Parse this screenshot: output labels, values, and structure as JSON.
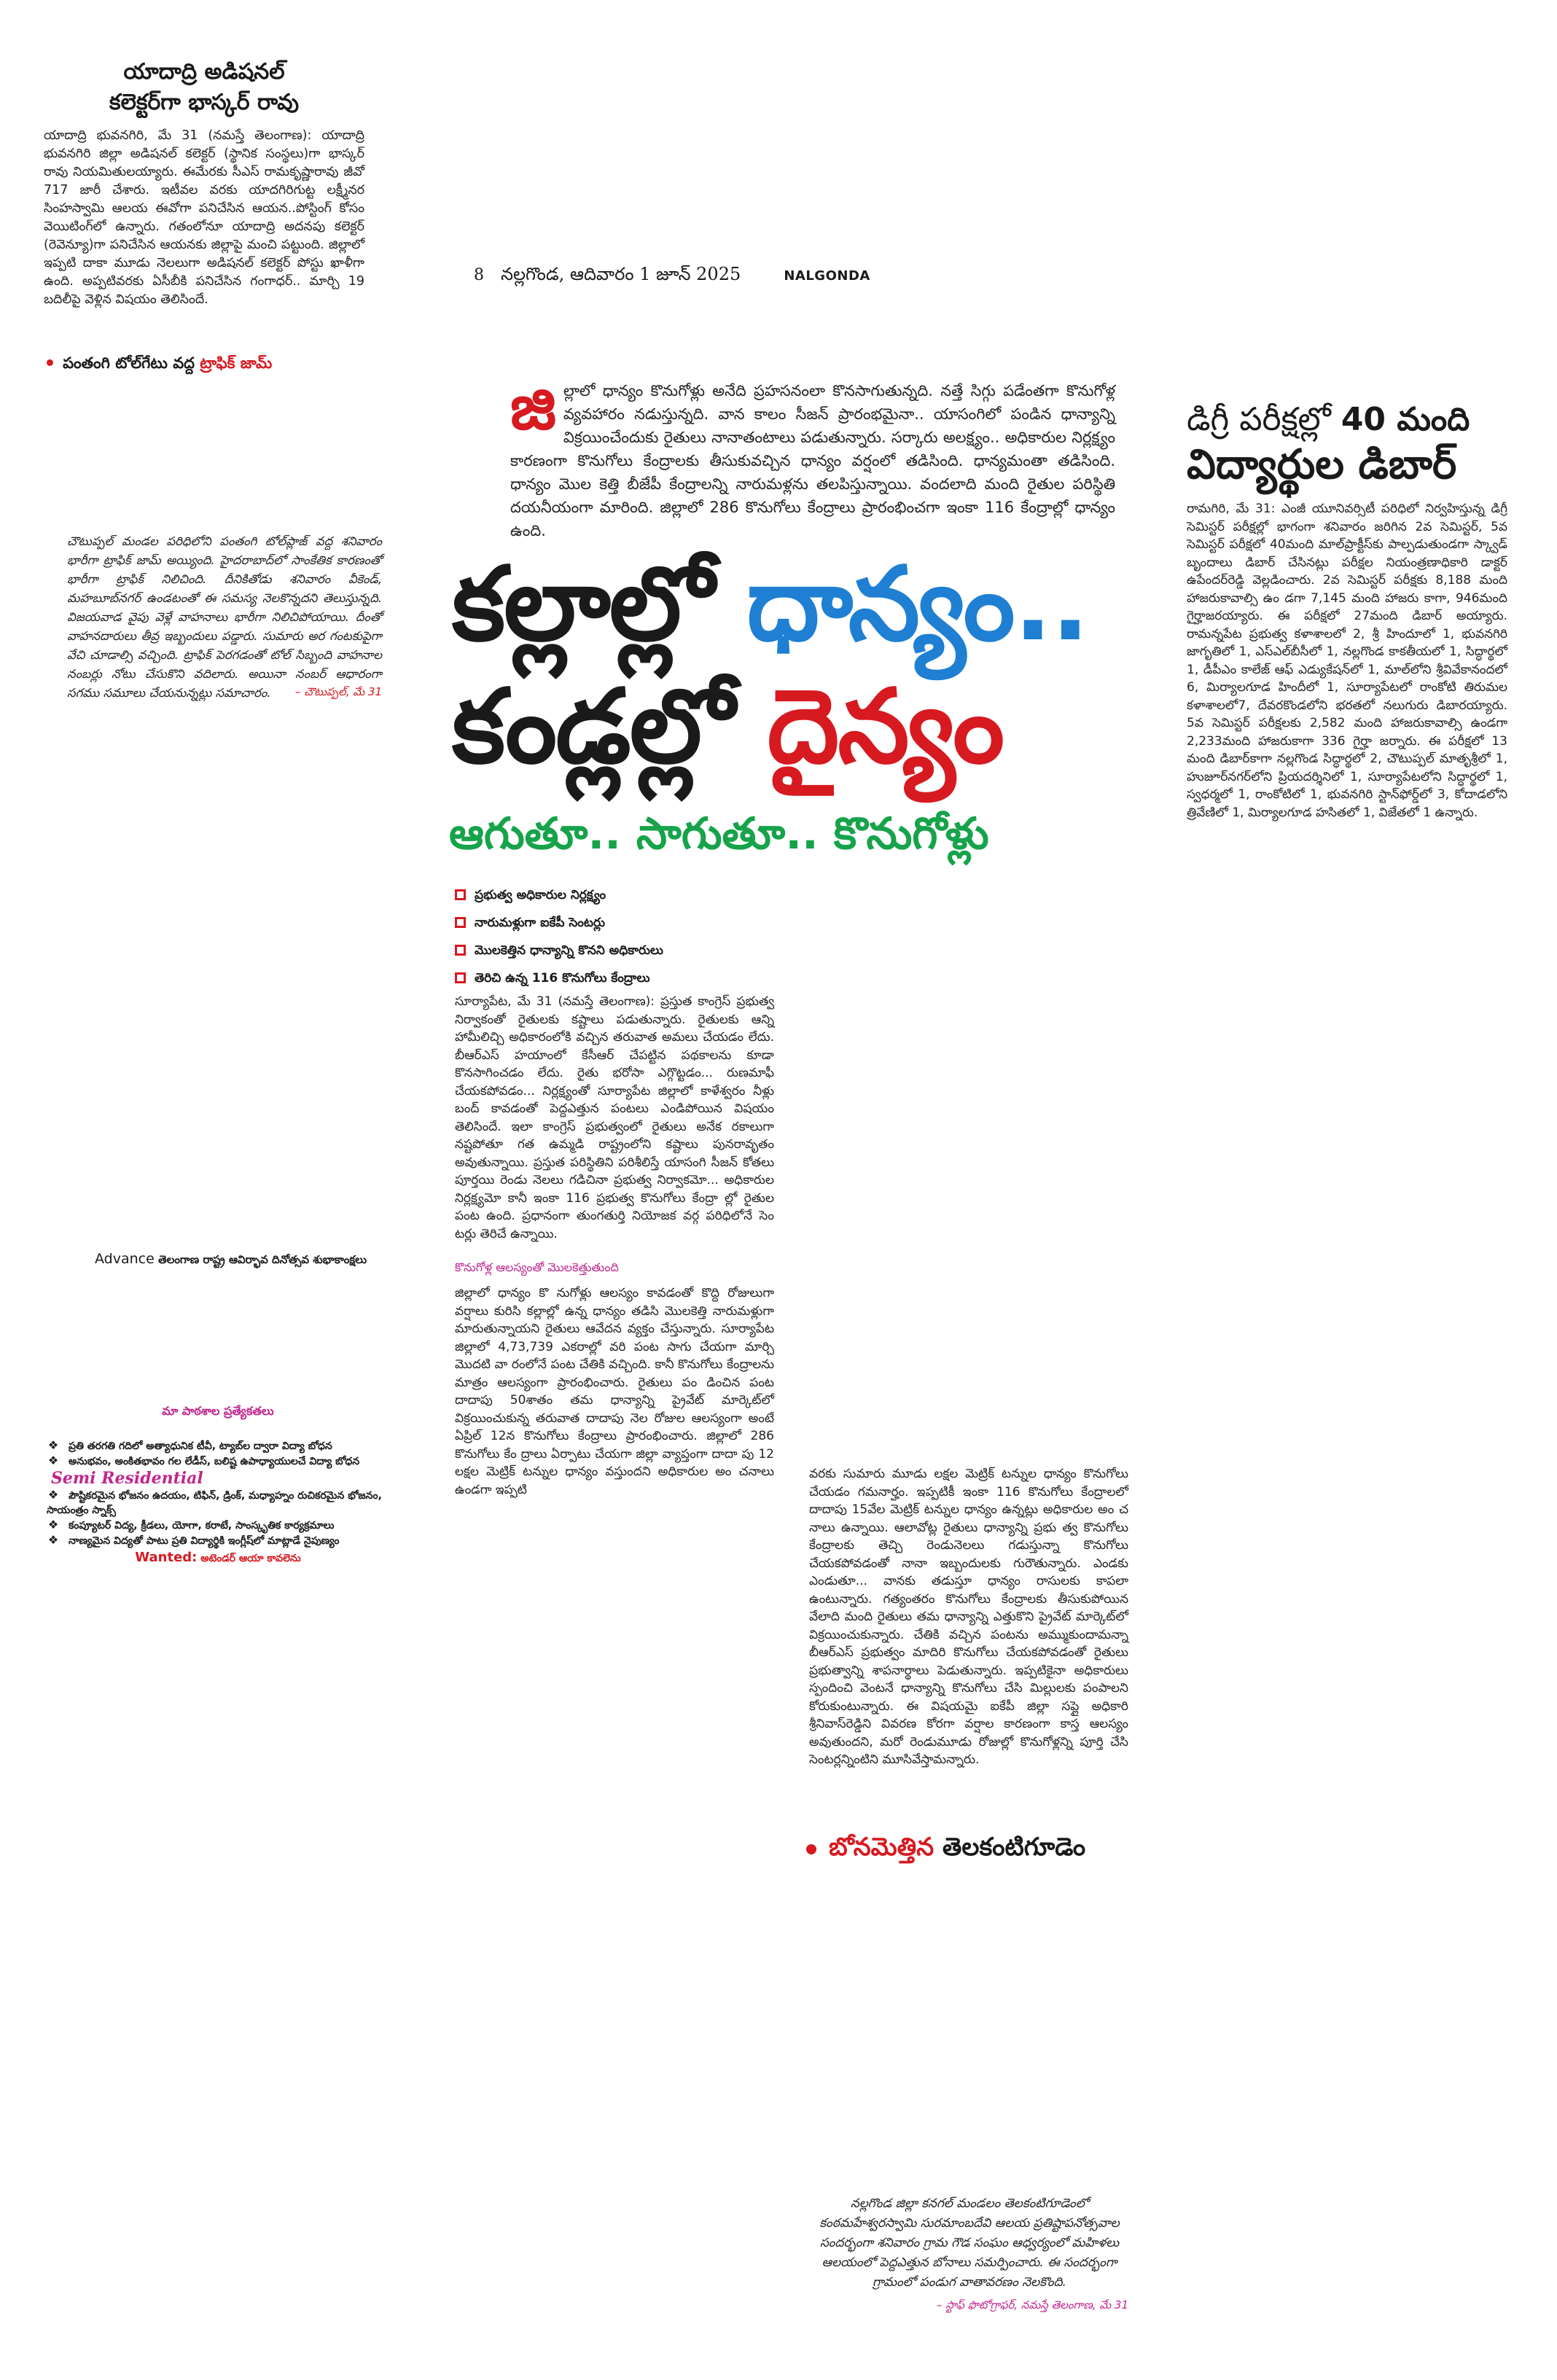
{
  "header": {
    "page_number": "8",
    "dateline": "నల్లగొండ, ఆదివారం 1 జూన్ 2025",
    "edition": "NALGONDA"
  },
  "story_addl_collector": {
    "headline_line1": "యాదాద్రి అడిషనల్",
    "headline_line2": "కలెక్టర్‌గా భాస్కర్ రావు",
    "body": "యాదాద్రి భువనగిరి, మే 31 (నమస్తే తెలంగాణ): యాదాద్రి భువనగిరి జిల్లా అడిషనల్ కలెక్టర్ (స్థానిక సంస్థలు)గా భాస్కర్ రావు నియమితులయ్యారు. ఈమేరకు సీఎస్ రామకృష్ణారావు జీవో 717 జారీ చేశారు. ఇటీవల వరకు యాదగిరిగుట్ట లక్ష్మీనర సింహస్వామి ఆలయ ఈవోగా పనిచేసిన ఆయన..పోస్టింగ్ కోసం వెయిటింగ్‌లో ఉన్నారు. గతంలోనూ యాదాద్రి అదనపు కలెక్టర్ (రెవెన్యూ)గా పనిచేసిన ఆయనకు జిల్లాపై మంచి పట్టుంది. జిల్లాలో ఇప్పటి దాకా మూడు నెలలుగా అడిషనల్ కలెక్టర్ పోస్టు ఖాళీగా ఉంది. అప్పటివరకు ఏసీబీకి పనిచేసిన గంగాధర్.. మార్చి 19 బదిలీపై వెళ్లిన విషయం తెలిసిందే."
  },
  "story_traffic": {
    "headline_plain": "పంతంగి టోల్‌గేటు వద్ద ",
    "headline_red": "ట్రాఫిక్ జామ్",
    "body": "చౌటుప్పల్ మండల పరిధిలోని పంతంగి టోల్‌ప్లాజ్ వద్ద శనివారం భారీగా ట్రాఫిక్ జామ్ అయ్యింది. హైదరాబాద్‌లో సాంకేతిక కారణంతో భారీగా ట్రాఫిక్ నిలిచింది. దీనికితోడు శనివారం వీకెండ్, మహబూబ్‌నగర్ ఉండటంతో ఈ సమస్య నెలకొన్నదని తెలుస్తున్నది. విజయవాడ వైపు వెళ్లే వాహనాలు భారీగా నిలిచిపోయాయి. దీంతో వాహనదారులు తీవ్ర ఇబ్బందులు పడ్డారు. సుమారు అర గంటకుపైగా వేచి చూడాల్సి వచ్చింది. ట్రాఫిక్ పెరగడంతో టోల్ సిబ్బంది వాహనాల నంబర్లు నోటు చేసుకొని వదిలారు. అయినా నంబర్ ఆధారంగా సగము సమూలు చేయనున్నట్లు సమాచారం.",
    "credit": "– చౌటుప్పల్, మే 31"
  },
  "advance_note": {
    "prefix": "Advance",
    "text": " తెలంగాణ రాష్ట్ర ఆవిర్భావ దినోత్సవ శుభాకాంక్షలు"
  },
  "ad_school": {
    "title": "మా పాఠశాల ప్రత్యేకతలు",
    "items": [
      "ప్రతి తరగతి గదిలో అత్యాధునిక టీవీ, ట్యాబ్‌ల ద్వారా విద్యా బోధన",
      "అనుభవం, అంకితభావం గల లేడీస్, బలిష్ట ఉపాధ్యాయులచే విద్యా బోధన",
      "పౌష్టికరమైన భోజనం ఉదయం, టిఫిన్, డ్రింక్, మధ్యాహ్నం రుచికరమైన భోజనం, సాయంత్రం స్నాక్స్",
      "కంప్యూటర్ విద్య, క్రీడలు, యోగా, కరాటే, సాంస్కృతిక కార్యక్రమాలు",
      "నాణ్యమైన విద్యతో పాటు ప్రతి విద్యార్థికి ఇంగ్లీష్‌లో మాట్లాడే నైపుణ్యం"
    ],
    "semi_label": "Semi Residential",
    "wanted_label": "Wanted:",
    "wanted_text": " అటెండర్ ఆయా కావలెను"
  },
  "lead_story": {
    "intro_dropcap": "జి",
    "intro": "ల్లాలో ధాన్యం కొనుగోళ్లు అనేది ప్రహసనంలా కొనసాగుతున్నది. నత్తే సిగ్గు పడేంతగా కొనుగోళ్ల వ్యవహారం నడుస్తున్నది. వాన కాలం సీజన్ ప్రారంభమైనా.. యాసంగిలో పండిన ధాన్యాన్ని విక్రయించేందుకు రైతులు నానాతంటాలు పడుతున్నారు. సర్కారు అలక్ష్యం.. అధికారుల నిర్లక్ష్యం కారణంగా కొనుగోలు కేంద్రాలకు తీసుకువచ్చిన ధాన్యం వర్షంలో తడిసింది. ధాన్యమంతా తడిసింది. ధాన్యం మొల కెత్తి బీజేపీ కేంద్రాలన్ని నారుమళ్లను తలపిస్తున్నాయి. వందలాది మంది రైతుల పరిస్థితి దయనీయంగా మారింది. జిల్లాలో 286 కొనుగోలు కేంద్రాలు ప్రారంభించగా ఇంకా 116 కేంద్రాల్లో ధాన్యం ఉంది.",
    "headline_line1_black": "కల్లాల్లో ",
    "headline_line1_blue": "ధాన్యం..",
    "headline_line2_black": "కండ్లల్లో ",
    "headline_line2_red": "దైన్యం",
    "subhead": "ఆగుతూ.. సాగుతూ.. కొనుగోళ్లు",
    "bullets": [
      "ప్రభుత్వ అధికారుల నిర్లక్ష్యం",
      "నారుమళ్లుగా ఐకేపీ సెంటర్లు",
      "మొలకెత్తిన ధాన్యాన్ని కొనని అధికారులు",
      "తెరిచి ఉన్న 116 కొనుగోలు కేంద్రాలు"
    ],
    "body1": "సూర్యాపేట, మే 31 (నమస్తే తెలంగాణ): ప్రస్తుత కాంగ్రెస్ ప్రభుత్వ నిర్వాకంతో రైతులకు కష్టాలు పడుతున్నారు. రైతులకు ఆన్ని హామీలిచ్చి అధికారంలోకి వచ్చిన తరువాత అమలు చేయడం లేదు. బీఆర్‌ఎస్ హయాంలో కేసీఆర్ చేపట్టిన పథకాలను కూడా కొనసాగించడం లేదు. రైతు భరోసా ఎగ్గొట్టడం... రుణమాఫీ చేయకపోవడం... నిర్లక్ష్యంతో సూర్యాపేట జిల్లాలో కాళేశ్వరం నీళ్లు బంద్ కావడంతో పెద్దఎత్తున పంటలు ఎండిపోయిన విషయం తెలిసిందే. ఇలా కాంగ్రెస్ ప్రభుత్వంలో రైతులు అనేక రకాలుగా నష్టపోతూ గత ఉమ్మడి రాష్ట్రంలోని కష్టాలు పునరావృతం అవుతున్నాయి. ప్రస్తుత పరిస్థితిని పరిశీలిస్తే యాసంగి సీజన్ కోతలు పూర్తయి రెండు నెలలు గడిచినా ప్రభుత్వ నిర్వాకమో... అధికారుల నిర్లక్ష్యమో కానీ ఇంకా 116 ప్రభుత్వ కొనుగోలు కేంద్రా ల్లో రైతుల పంట ఉంది. ప్రధానంగా తుంగతుర్తి నియోజక వర్గ పరిధిలోనే సెం టర్లు తెరిచే ఉన్నాయి.",
    "crosshead": "కొనుగోళ్ల ఆలస్యంతో మొలకెత్తుతుంది",
    "body2": "జిల్లాలో ధాన్యం కొ నుగోళ్లు ఆలస్యం కావడంతో కొద్ది రోజులుగా వర్షాలు కురిసి కల్లాల్లో ఉన్న ధాన్యం తడిసి మొలకెత్తి నారుమళ్లుగా మారుతున్నాయని రైతులు ఆవేదన వ్యక్తం చేస్తున్నారు. సూర్యాపేట జిల్లాలో 4,73,739 ఎకరాల్లో వరి పంట సాగు చేయగా మార్చి మొదటి వా రంలోనే పంట చేతికి వచ్చింది. కానీ కొనుగోలు కేంద్రాలను మాత్రం ఆలస్యంగా ప్రారంభించారు. రైతులు పం డించిన పంట దాదాపు 50శాతం తమ ధాన్యాన్ని ప్రైవేట్ మార్కెట్‌లో విక్రయించుకున్న తరువాత దాదాపు నెల రోజుల ఆలస్యంగా అంటే ఏప్రిల్ 12న కొనుగోలు కేంద్రాలు ప్రారంభించారు. జిల్లాలో 286 కొనుగోలు కేం ద్రాలు ఏర్పాటు చేయగా జిల్లా వ్యాప్తంగా దాదా పు 12 లక్షల మెట్రిక్ టన్నుల ధాన్యం వస్తుందని అధికారుల అం చనాలు ఉండగా ఇప్పటి",
    "body3": "వరకు సుమారు మూడు లక్షల మెట్రిక్ టన్నుల ధాన్యం కొనుగోలు చేయడం గమనార్హం. ఇప్పటికీ ఇంకా 116 కొనుగోలు కేంద్రాలలో దాదాపు 15వేల మెట్రిక్ టన్నుల ధాన్యం ఉన్నట్లు అధికారుల అం చ నాలు ఉన్నాయి. ఆలావోట్ల రైతులు ధాన్యాన్ని ప్రభు త్వ కొనుగోలు కేంద్రాలకు తెచ్చి రెండునెలలు గడుస్తున్నా కొనుగోలు చేయకపోవడంతో నానా ఇబ్బందులకు గురౌతున్నారు. ఎండకు ఎండుతూ... వానకు తడుస్తూ ధాన్యం రాసులకు కాపలా ఉంటున్నారు. గత్యంతరం కొనుగోలు కేంద్రాలకు తీసుకుపోయిన వేలాది మంది రైతులు తమ ధాన్యాన్ని ఎత్తుకొని ప్రైవేట్ మార్కెట్‌లో విక్రయించుకున్నారు. చేతికి వచ్చిన పంటను అమ్ముకుందామన్నా బీఆర్‌ఎస్ ప్రభుత్వం మాదిరి కొనుగోలు చేయకపోవడంతో రైతులు ప్రభుత్వాన్ని శాపనార్థాలు పెడుతున్నారు. ఇప్పటికైనా అధికారులు స్పందించి వెంటనే ధాన్యాన్ని కొనుగోలు చేసి మిల్లులకు పంపాలని కోరుకుంటున్నారు. ఈ విషయమై ఐకేపీ జిల్లా సప్లై అధికారి శ్రీనివాస్‌రెడ్డిని వివరణ కోరగా వర్షాల కారణంగా కాస్త ఆలస్యం అవుతుందని, మరో రెండుమూడు రోజుల్లో కొనుగోళ్లన్ని పూర్తి చేసి సెంటర్లన్నింటిని మూసివేస్తామన్నారు."
  },
  "story_degree": {
    "headline_line1_plain": "డిగ్రీ పరీక్షల్లో ",
    "headline_line1_bold": "40 మంది",
    "headline_line2": "విద్యార్థుల డిబార్",
    "body": "రామగిరి, మే 31: ఎంజీ యూనివర్సిటీ పరిధిలో నిర్వహిస్తున్న డిగ్రీ సెమిస్టర్ పరీక్షల్లో భాగంగా శనివారం జరిగిన 2వ సెమిస్టర్, 5వ సెమిస్టర్ పరీక్షలో 40మంది మాల్‌ప్రాక్టీస్‌కు పాల్పడుతుండగా స్క్వాడ్ బృందాలు డిబార్ చేసినట్లు పరీక్షల నియంత్రణాధికారి డాక్టర్ ఉపేందర్‌రెడ్డి వెల్లడించారు. 2వ సెమిస్టర్ పరీక్షకు 8,188 మంది హాజరుకావాల్సి ఉం డగా 7,145 మంది హాజరు కాగా, 946మంది గైర్హాజరయ్యారు. ఈ పరీక్షలో 27మంది డిబార్ అయ్యారు. రామన్నపేట ప్రభుత్వ కళాశాలలో 2, శ్రీ హిందూలో 1, భువనగిరి జాగృతిలో 1, ఎస్‌ఎల్‌బీసీలో 1, నల్లగొండ కాకతీయలో 1, సిద్ధార్థలో 1, డీపీఎం కాలేజ్ ఆఫ్ ఎడ్యుకేషన్‌లో 1, మాల్‌లోని శ్రీవివేకానందలో 6, మిర్యాలగూడ హిందీలో 1, సూర్యాపేటలో రాంకోటి తిరుమల కళాశాలలో7, దేవరకొండలోని భరతలో నలుగురు డిబారయ్యారు. 5వ సెమిస్టర్ పరీక్షలకు 2,582 మంది హాజరుకావాల్సి ఉండగా 2,233మంది హాజరుకాగా 336 గైర్హా జర్నారు. ఈ పరీక్షలో 13 మంది డిబార్‌కాగా నల్లగొండ సిద్ధార్థలో 2, చౌటుప్పల్ మాతృశ్రీలో 1, హుజూర్‌నగర్‌లోని ప్రియదర్శినిలో 1, సూర్యాపేటలోని సిద్ధార్థలో 1, స్వధర్మలో 1, రాంకోటిలో 1, భువనగిరి స్టాన్‌ఫోర్డ్‌లో 3, కోదాడలోని త్రివేణిలో 1, మిర్యాలగూడ హసితలో 1, విజేతలో 1 ఉన్నారు."
  },
  "story_bonam": {
    "headline_red": "బోనమెత్తిన ",
    "headline_plain": "తెలకంటిగూడెం",
    "body": "నల్లగొండ జిల్లా కనగల్ మండలం తెలకంటిగూడెంలో కంఠమహేశ్వరస్వామి సురమాంబదేవి ఆలయ ప్రతిష్టాపనోత్సవాల సందర్భంగా శనివారం గ్రామ గౌడ సంఘం ఆధ్వర్యంలో మహిళలు ఆలయంలో పెద్దఎత్తున బోనాలు సమర్పించారు. ఈ సందర్భంగా గ్రామంలో పండుగ వాతావరణం నెలకొంది.",
    "credit": "– స్టాఫ్ ఫొటోగ్రాఫర్, నమస్తే తెలంగాణ, మే 31"
  }
}
